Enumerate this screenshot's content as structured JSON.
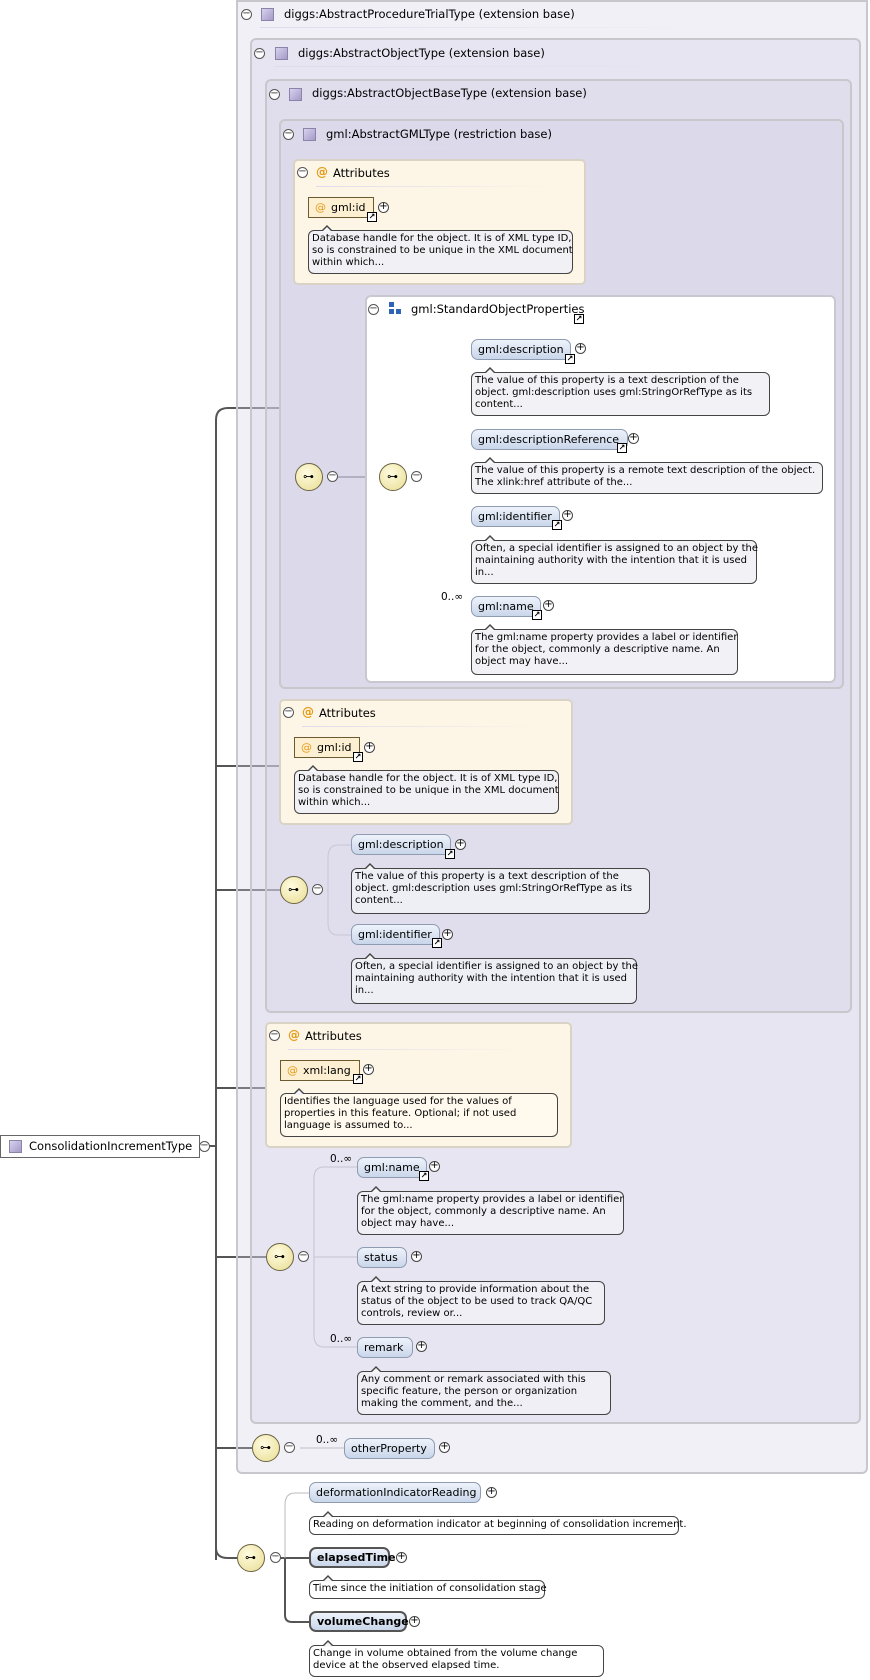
{
  "root": {
    "name": "ConsolidationIncrementType"
  },
  "ext1": {
    "title": "diggs:AbstractProcedureTrialType (extension base)"
  },
  "ext2": {
    "title": "diggs:AbstractObjectType (extension base)"
  },
  "ext3": {
    "title": "diggs:AbstractObjectBaseType (extension base)"
  },
  "gml": {
    "title": "gml:AbstractGMLType (restriction base)",
    "attributes": {
      "title": "Attributes",
      "id_label": "gml:id",
      "id_doc": [
        "Database handle for the object. It is of XML type ID,",
        "so is constrained to be unique in the XML document",
        "within which..."
      ]
    },
    "std": {
      "title": "gml:StandardObjectProperties",
      "items": [
        {
          "name": "gml:description",
          "doc": [
            "The value of this property is a text description of the",
            "object. gml:description uses gml:StringOrRefType as its",
            "content..."
          ]
        },
        {
          "name": "gml:descriptionReference",
          "doc": [
            "The value of this property is a remote text description of the object.",
            "The xlink:href attribute of the..."
          ]
        },
        {
          "name": "gml:identifier",
          "doc": [
            "Often, a special identifier is assigned to an object by the",
            "maintaining authority with the intention that it is used",
            "in..."
          ]
        },
        {
          "name": "gml:name",
          "card": "0..∞",
          "doc": [
            "The gml:name property provides a label or identifier",
            "for the object, commonly a descriptive name. An",
            "object may have..."
          ]
        }
      ]
    }
  },
  "base_attrs": {
    "title": "Attributes",
    "id_label": "gml:id",
    "id_doc": [
      "Database handle for the object. It is of XML type ID,",
      "so is constrained to be unique in the XML document",
      "within which..."
    ]
  },
  "base_seq": [
    {
      "name": "gml:description",
      "doc": [
        "The value of this property is a text description of the",
        "object. gml:description uses gml:StringOrRefType as its",
        "content..."
      ]
    },
    {
      "name": "gml:identifier",
      "doc": [
        "Often, a special identifier is assigned to an object by the",
        "maintaining authority with the intention that it is used",
        "in..."
      ]
    }
  ],
  "obj_attrs": {
    "title": "Attributes",
    "lang_label": "xml:lang",
    "lang_doc": [
      "Identifies the language used for the values of",
      "properties in this feature. Optional; if not used",
      "language is assumed to..."
    ]
  },
  "obj_seq": [
    {
      "name": "gml:name",
      "card": "0..∞",
      "doc": [
        "The gml:name property provides a label or identifier",
        "for the object, commonly a descriptive name. An",
        "object may have..."
      ]
    },
    {
      "name": "status",
      "doc": [
        "A text string to provide information about the",
        "status of the object to be used to track QA/QC",
        "controls, review or..."
      ]
    },
    {
      "name": "remark",
      "card": "0..∞",
      "doc": [
        "Any comment or remark associated with this",
        "specific feature, the person or organization",
        "making the comment, and the..."
      ]
    }
  ],
  "proc_seq": {
    "name": "otherProperty",
    "card": "0..∞"
  },
  "main_seq": [
    {
      "name": "deformationIndicatorReading",
      "doc": [
        "Reading on deformation indicator at beginning of consolidation increment."
      ]
    },
    {
      "name": "elapsedTime",
      "doc": [
        "Time since the initiation of consolidation stage"
      ]
    },
    {
      "name": "volumeChange",
      "doc": [
        "Change in volume obtained from the volume change",
        "device at the observed elapsed time."
      ]
    }
  ],
  "icons": {
    "collapse": "minus-circle-icon",
    "expand": "plus-circle-icon",
    "link": "arrow-link-icon",
    "sequence": "sequence-compositor-icon",
    "type": "complex-type-icon",
    "group": "group-icon"
  }
}
